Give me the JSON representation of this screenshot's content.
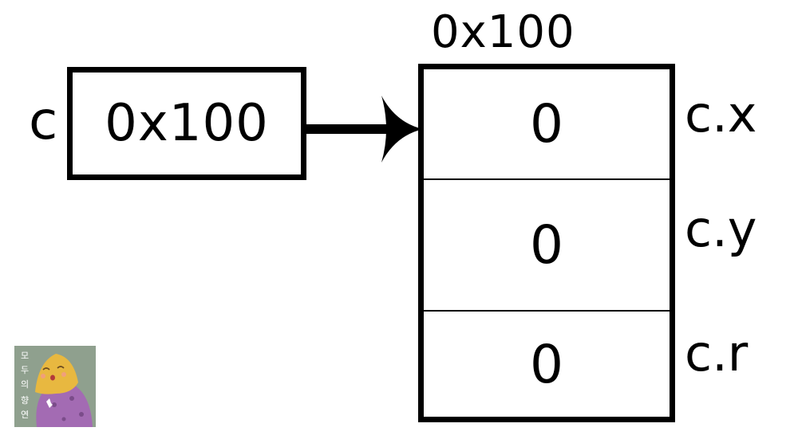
{
  "pointer": {
    "name": "c",
    "value": "0x100"
  },
  "memory_block": {
    "address": "0x100",
    "fields": [
      {
        "label": "c.x",
        "value": "0"
      },
      {
        "label": "c.y",
        "value": "0"
      },
      {
        "label": "c.r",
        "value": "0"
      }
    ]
  },
  "logo": {
    "text": "모두의 향연",
    "background_color": "#8fa08e",
    "character_color": "#e8b840",
    "potato_color": "#a36bb3"
  }
}
